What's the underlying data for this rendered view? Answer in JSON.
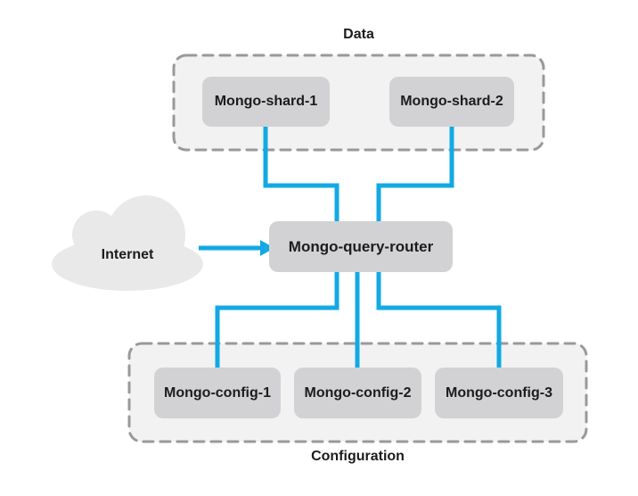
{
  "diagram": {
    "title_area": {
      "data_group_label": "Data",
      "configuration_group_label": "Configuration"
    },
    "nodes": {
      "internet": {
        "label": "Internet"
      },
      "query_router": {
        "label": "Mongo-query-router"
      },
      "shard1": {
        "label": "Mongo-shard-1"
      },
      "shard2": {
        "label": "Mongo-shard-2"
      },
      "config1": {
        "label": "Mongo-config-1"
      },
      "config2": {
        "label": "Mongo-config-2"
      },
      "config3": {
        "label": "Mongo-config-3"
      }
    },
    "colors": {
      "connector": "#12a9e4",
      "node_fill": "#d2d2d4",
      "group_fill": "#f2f2f2",
      "group_border": "#999999",
      "cloud_fill": "#e9e9e9",
      "text": "#1c1c1c"
    }
  }
}
